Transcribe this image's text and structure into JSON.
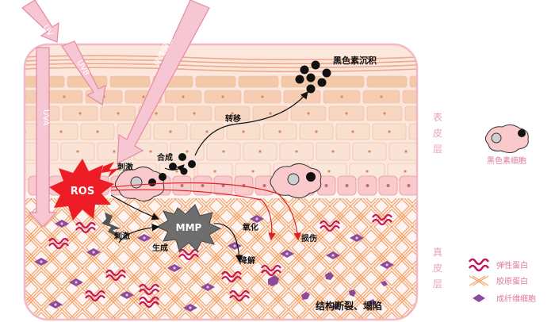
{
  "labels": {
    "pigment_deposit": "黑色素沉积",
    "transfer": "转移",
    "synthesis": "合成",
    "stimulate_top": "刺激",
    "ros": "ROS",
    "stimulate_bottom": "刺激",
    "generate": "生成",
    "mmp": "MMP",
    "oxidize": "氧化",
    "damage": "损伤",
    "degrade": "降解",
    "structure_break": "结构断裂、塌陷"
  },
  "rays": {
    "uv": "UV",
    "uvb": "UVB",
    "uva": "UVA",
    "environment": "环境因素"
  },
  "layers": {
    "epidermis": [
      "表",
      "皮",
      "层"
    ],
    "dermis": [
      "真",
      "皮",
      "层"
    ]
  },
  "legend": {
    "melanocyte": "黑色素细胞",
    "elastin": "弹性蛋白",
    "collagen": "胶原蛋白",
    "fibroblast": "成纤维细胞"
  },
  "colors": {
    "outline": "#f2b8c4",
    "ray_fill": "#f7c6d3",
    "ray_stroke": "#e38aa6",
    "epidermis": "#f6d6c4",
    "brick": "#f3c9aa",
    "cell_pink": "#f9c9cc",
    "collagen": "#f3a66b",
    "elastin": "#c2185b",
    "fibroblast": "#8c4a9b",
    "ros": "#ee1c25",
    "mmp": "#6e6e6e",
    "arrow_red": "#e02020",
    "layer_label": "#e8a4b4",
    "legend_text": "#e07a95"
  }
}
